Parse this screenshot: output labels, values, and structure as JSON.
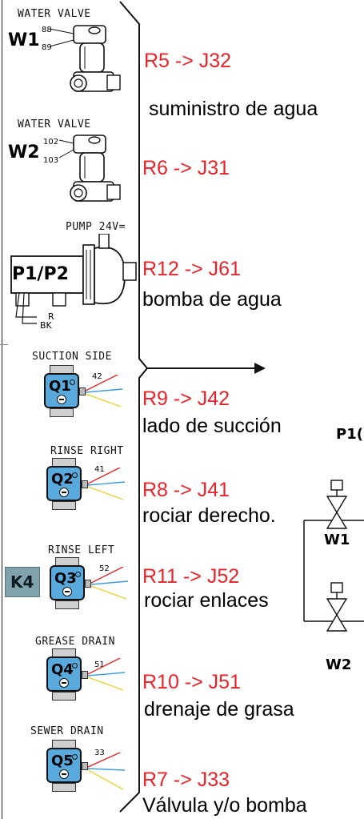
{
  "components": {
    "w1": {
      "top_label": "WATER VALVE",
      "name": "W1",
      "pin_top": "88",
      "pin_bottom": "89",
      "relay": "R5 -> J32"
    },
    "w2": {
      "top_label": "WATER VALVE",
      "name": "W2",
      "pin_top": "102",
      "pin_bottom": "103",
      "relay": "R6 -> J31"
    },
    "water_supply_desc": "suministro de agua",
    "pump": {
      "top_label": "PUMP 24V=",
      "name": "P1/P2",
      "wire_r": "R",
      "wire_bk": "BK",
      "relay": "R12 -> J61",
      "desc": "bomba de agua"
    },
    "q1": {
      "top_label": "SUCTION SIDE",
      "name": "Q1",
      "pin": "42",
      "relay": "R9 -> J42",
      "desc": "lado de succión"
    },
    "q2": {
      "top_label": "RINSE RIGHT",
      "name": "Q2",
      "pin": "41",
      "relay": "R8 -> J41",
      "desc": "rociar derecho."
    },
    "q3": {
      "top_label": "RINSE LEFT",
      "name": "Q3",
      "pin": "52",
      "relay": "R11 -> J52",
      "desc": "rociar enlaces",
      "tag": "K4"
    },
    "q4": {
      "top_label": "GREASE DRAIN",
      "name": "Q4",
      "pin": "51",
      "relay": "R10 -> J51",
      "desc": "drenaje de grasa"
    },
    "q5": {
      "top_label": "SEWER DRAIN",
      "name": "Q5",
      "pin": "33",
      "relay": "R7 -> J33",
      "desc": "Válvula y/o bomba"
    }
  },
  "schematic": {
    "p1_label": "P1(",
    "w1": "W1",
    "w2": "W2"
  },
  "colors": {
    "relay_red": "#e8232a",
    "valve_blue": "#5aa9dc",
    "k4_bg": "#7fa3ad"
  }
}
